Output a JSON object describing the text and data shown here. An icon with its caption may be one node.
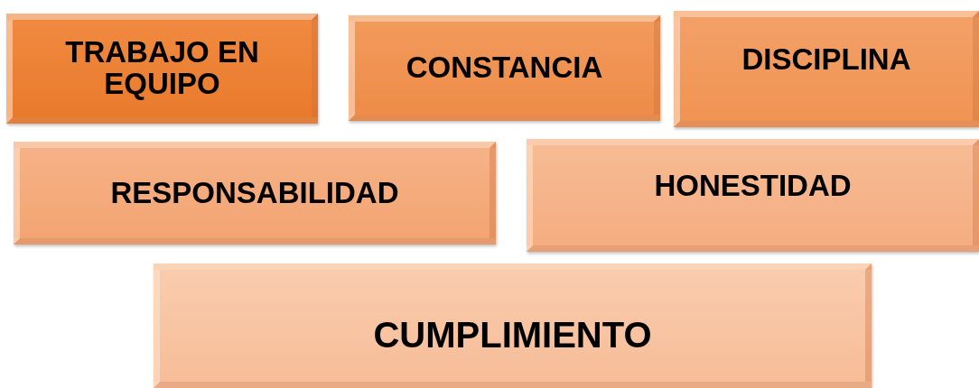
{
  "diagram": {
    "nodes": [
      {
        "text": [
          "TRABAJO EN EQUIPO"
        ]
      },
      {
        "text": [
          "CONSTANCIA"
        ]
      },
      {
        "text": [
          "DISCIPLINA"
        ]
      },
      {
        "text": [
          "RESPONSABILIDAD"
        ]
      },
      {
        "text": [
          "HONESTIDAD"
        ]
      },
      {
        "text": [
          "CUMPLIMIENTO"
        ]
      }
    ]
  }
}
